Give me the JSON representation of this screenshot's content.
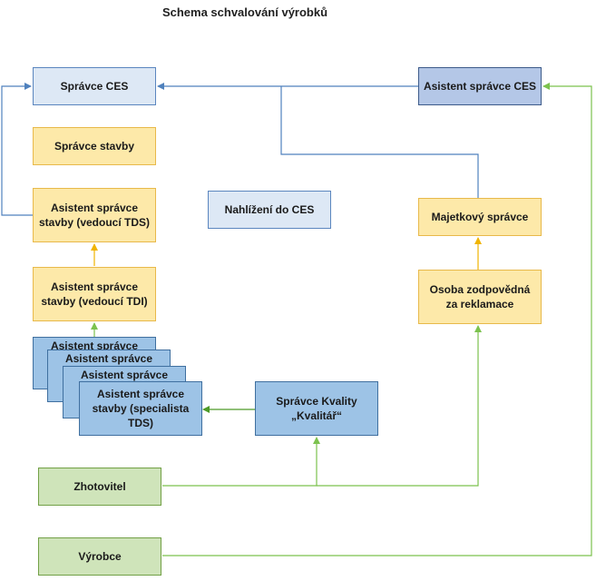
{
  "title": "Schema schvalování výrobků",
  "nodes": {
    "spravce_ces": "Správce CES",
    "asistent_spravce_ces": "Asistent správce CES",
    "spravce_stavby": "Správce stavby",
    "asistent_tds": "Asistent správce stavby (vedoucí TDS)",
    "asistent_tdi": "Asistent správce stavby (vedoucí TDI)",
    "stack_1": "Asistent správce",
    "stack_2": "Asistent správce",
    "stack_3": "Asistent správce",
    "specialista": "Asistent správce stavby (specialista TDS)",
    "nahlizeni": "Nahlížení do CES",
    "majetkovy": "Majetkový správce",
    "osoba": "Osoba zodpovědná za reklamace",
    "kvalita": "Správce Kvality „Kvalitář“",
    "zhotovitel": "Zhotovitel",
    "vyrobce": "Výrobce"
  },
  "colors": {
    "blue_line": "#4f81bd",
    "yellow_line": "#f0b400",
    "green_line": "#7cc24e",
    "dark_green_line": "#4e9a28"
  }
}
